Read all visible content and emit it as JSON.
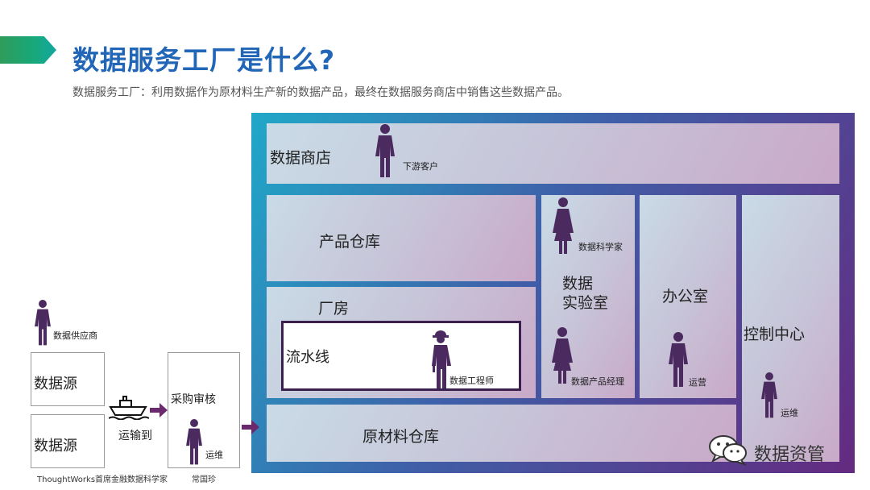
{
  "header": {
    "title": "数据服务工厂是什么?",
    "subtitle": "数据服务工厂：利用数据作为原材料生产新的数据产品，最终在数据服务商店中销售这些数据产品。"
  },
  "rooms": {
    "shop": "数据商店",
    "warehouse": "产品仓库",
    "workshop": "厂房",
    "pipeline": "流水线",
    "lab": "数据\n实验室",
    "office": "办公室",
    "control": "控制中心",
    "raw": "原材料仓库"
  },
  "people": {
    "customer": "下游客户",
    "scientist": "数据科学家",
    "product_manager": "数据产品经理",
    "engineer": "数据工程师",
    "ops_office": "运营",
    "ops_control": "运维",
    "supplier": "数据供应商",
    "ops_purchase": "运维"
  },
  "external": {
    "source1": "数据源",
    "source2": "数据源",
    "transport": "运输到",
    "purchase": "采购审核",
    "credit_left": "ThoughtWorks首席金融数据科学家",
    "credit_right": "常国珍"
  },
  "watermark": {
    "brand": "数据资管",
    "icon": "wechat-icon"
  },
  "colors": {
    "title": "#2266b8",
    "frame_start": "#20a8c8",
    "frame_end": "#642a80",
    "person": "#4a2a5f",
    "arrow": "#6b2a6e"
  }
}
